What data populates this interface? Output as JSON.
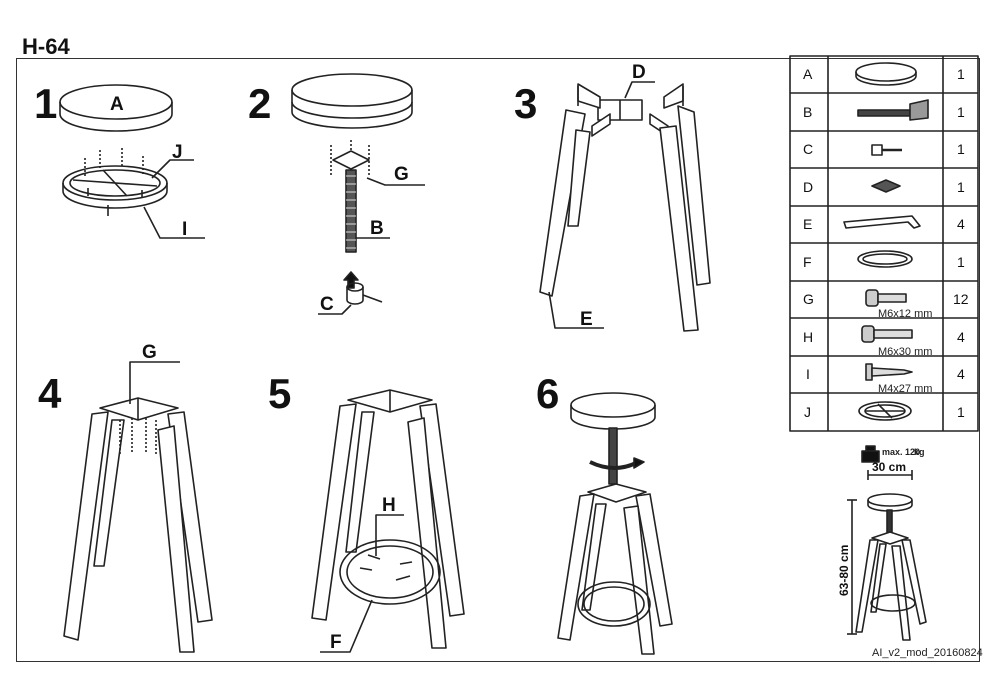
{
  "title": "H-64",
  "steps": [
    "1",
    "2",
    "3",
    "4",
    "5",
    "6"
  ],
  "part_labels": {
    "step1": [
      "A",
      "J",
      "I"
    ],
    "step2": [
      "G",
      "B",
      "C"
    ],
    "step3": [
      "D",
      "E"
    ],
    "step4": [
      "G"
    ],
    "step5": [
      "H",
      "F"
    ]
  },
  "parts_table": [
    {
      "id": "A",
      "size": "",
      "qty": "1",
      "icon": "seat-disc-icon"
    },
    {
      "id": "B",
      "size": "",
      "qty": "1",
      "icon": "threaded-rod-icon"
    },
    {
      "id": "C",
      "size": "",
      "qty": "1",
      "icon": "nut-icon"
    },
    {
      "id": "D",
      "size": "",
      "qty": "1",
      "icon": "cross-connector-icon"
    },
    {
      "id": "E",
      "size": "",
      "qty": "4",
      "icon": "leg-icon"
    },
    {
      "id": "F",
      "size": "",
      "qty": "1",
      "icon": "foot-ring-icon"
    },
    {
      "id": "G",
      "size": "M6x12 mm",
      "qty": "12",
      "icon": "bolt-icon"
    },
    {
      "id": "H",
      "size": "M6x30 mm",
      "qty": "4",
      "icon": "bolt-icon"
    },
    {
      "id": "I",
      "size": "M4x27 mm",
      "qty": "4",
      "icon": "screw-icon"
    },
    {
      "id": "J",
      "size": "",
      "qty": "1",
      "icon": "seat-frame-icon"
    }
  ],
  "max_load": "max. 120",
  "max_load_unit": "kg",
  "seat_width": "30 cm",
  "height_range": "63-80 cm",
  "footer_code": "AI_v2_mod_20160824"
}
